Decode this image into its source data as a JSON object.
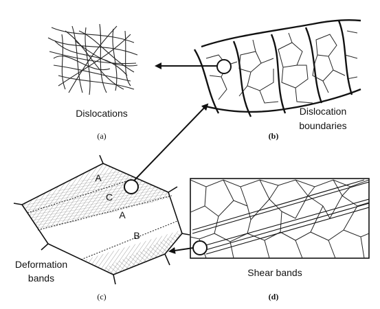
{
  "panels": {
    "a": {
      "label": "Dislocations",
      "caption": "(a)"
    },
    "b": {
      "label_line1": "Dislocation",
      "label_line2": "boundaries",
      "caption": "(b)"
    },
    "c": {
      "label_line1": "Deformation",
      "label_line2": "bands",
      "caption": "(c)",
      "band_letters": [
        "A",
        "C",
        "A",
        "B"
      ]
    },
    "d": {
      "label": "Shear bands",
      "caption": "(d)"
    }
  }
}
